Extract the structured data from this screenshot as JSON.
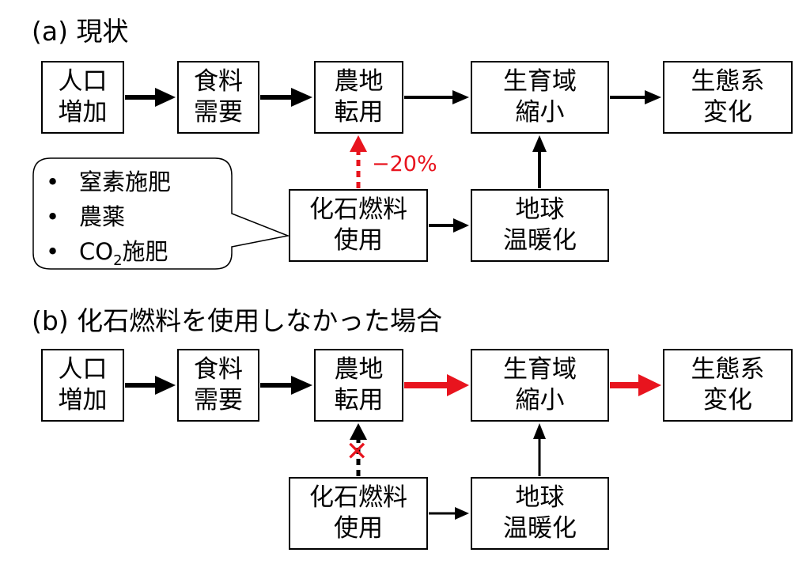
{
  "section_a": {
    "title": "(a) 現状",
    "boxes": {
      "population": [
        "人口",
        "増加"
      ],
      "food": [
        "食料",
        "需要"
      ],
      "farmland": [
        "農地",
        "転用"
      ],
      "habitat": [
        "生育域",
        "縮小"
      ],
      "ecosystem": [
        "生態系",
        "変化"
      ],
      "fossil": [
        "化石燃料",
        "使用"
      ],
      "warming": [
        "地球",
        "温暖化"
      ]
    },
    "change_label": "−20%",
    "callout_items": [
      "窒素施肥",
      "農薬",
      "CO",
      "2",
      "施肥"
    ],
    "bullet": "•"
  },
  "section_b": {
    "title": "(b) 化石燃料を使用しなかった場合",
    "boxes": {
      "population": [
        "人口",
        "増加"
      ],
      "food": [
        "食料",
        "需要"
      ],
      "farmland": [
        "農地",
        "転用"
      ],
      "habitat": [
        "生育域",
        "縮小"
      ],
      "ecosystem": [
        "生態系",
        "変化"
      ],
      "fossil": [
        "化石燃料",
        "使用"
      ],
      "warming": [
        "地球",
        "温暖化"
      ]
    },
    "cross_mark": "✕"
  },
  "colors": {
    "arrow": "#000000",
    "highlight": "#e8141e"
  }
}
